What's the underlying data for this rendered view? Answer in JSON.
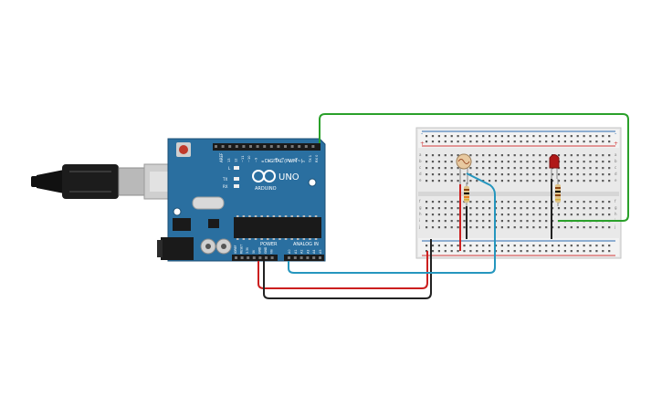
{
  "arduino": {
    "model": "UNO",
    "brand": "ARDUINO",
    "aref_label": "AREF",
    "digital_label": "DIGITAL (PWM~)",
    "power_label": "POWER",
    "analog_label": "ANALOG IN",
    "led_l_label": "L",
    "led_tx_label": "TX",
    "led_rx_label": "RX",
    "digital_pins": [
      "13",
      "12",
      "~11",
      "~10",
      "~9",
      "8",
      "7",
      "~6",
      "~5",
      "4",
      "~3",
      "2",
      "TX 1",
      "RX 0"
    ],
    "power_pins": [
      "IOREF",
      "RESET",
      "3.3V",
      "5V",
      "GND",
      "GND",
      "Vin"
    ],
    "analog_pins": [
      "A0",
      "A1",
      "A2",
      "A3",
      "A4",
      "A5"
    ]
  },
  "breadboard": {
    "rail_plus": "+",
    "rail_minus": "-",
    "row_letters_top": [
      "a",
      "b",
      "c",
      "d",
      "e"
    ],
    "row_letters_bottom": [
      "f",
      "g",
      "h",
      "i",
      "j"
    ]
  },
  "colors": {
    "board": "#2a6fa0",
    "wire_green": "#2aa02a",
    "wire_red": "#cc1f1f",
    "wire_black": "#222222",
    "wire_blue": "#2596be",
    "led": "#b01818"
  }
}
